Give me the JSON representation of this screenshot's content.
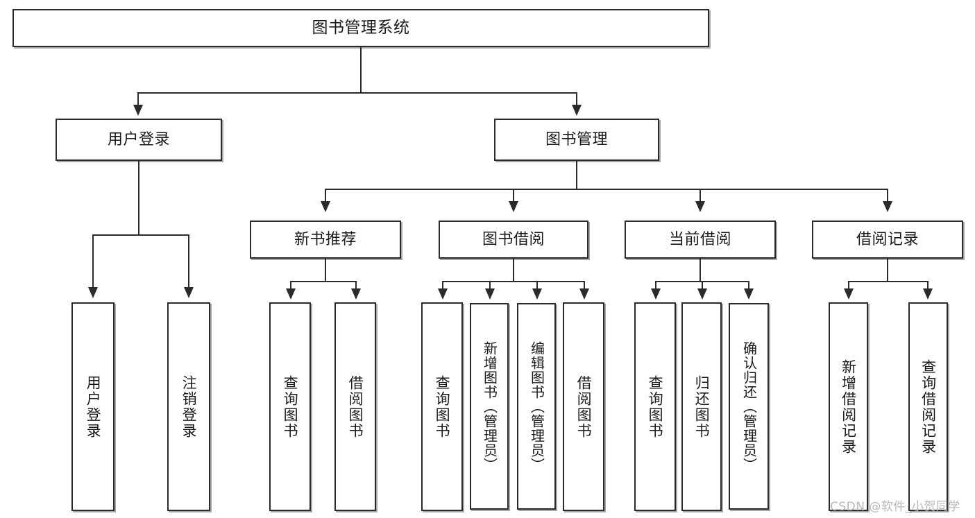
{
  "diagram": {
    "title": "图书管理系统",
    "type": "tree-hierarchy-diagram",
    "watermark": "CSDN @软件_小贺同学",
    "colors": {
      "stroke": "#2b2b2b",
      "fill": "#ffffff",
      "text": "#1a1a1a",
      "watermark": "#b8b8b8"
    }
  },
  "nodes": {
    "root": {
      "label": "图书管理系统"
    },
    "level2": [
      {
        "label": "用户登录"
      },
      {
        "label": "图书管理"
      }
    ],
    "level3": [
      {
        "label": "新书推荐"
      },
      {
        "label": "图书借阅"
      },
      {
        "label": "当前借阅"
      },
      {
        "label": "借阅记录"
      }
    ],
    "leaves": {
      "user_login": [
        {
          "label": "用户登录"
        },
        {
          "label": "注销登录"
        }
      ],
      "new_book_recommend": [
        {
          "label": "查询图书"
        },
        {
          "label": "借阅图书"
        }
      ],
      "book_borrow": [
        {
          "label": "查询图书"
        },
        {
          "label": "新增图书（管理员）"
        },
        {
          "label": "编辑图书（管理员）"
        },
        {
          "label": "借阅图书"
        }
      ],
      "current_borrow": [
        {
          "label": "查询图书"
        },
        {
          "label": "归还图书"
        },
        {
          "label": "确认归还（管理员）"
        }
      ],
      "borrow_record": [
        {
          "label": "新增借阅记录"
        },
        {
          "label": "查询借阅记录"
        }
      ]
    }
  }
}
